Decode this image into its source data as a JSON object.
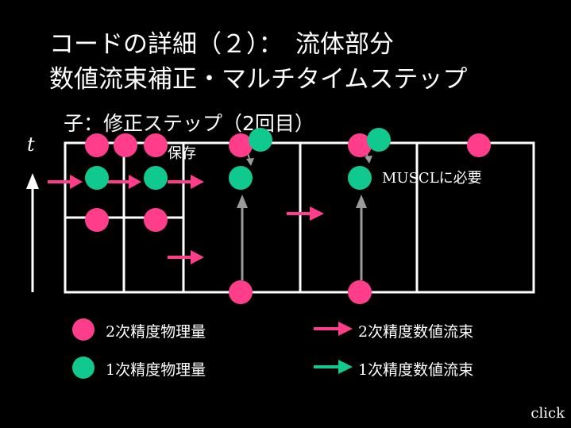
{
  "title_line1": "コードの詳細（２）：　流体部分",
  "title_line2": "数値流束補正・マルチタイムステップ",
  "subtitle": "子：修正ステップ（2回目）",
  "axis_label": "t",
  "annotation_save": "保存",
  "annotation_muscl": "MUSCLに必要",
  "legend": {
    "pink_dot": "2次精度物理量",
    "green_dot": "1次精度物理量",
    "pink_arrow": "2次精度数値流束",
    "green_arrow": "1次精度数値流束"
  },
  "footer": "click",
  "colors": {
    "background": "#000000",
    "text": "#ffffff",
    "second_order": "#ff3d8b",
    "first_order": "#10c98f",
    "grid": "#ffffff",
    "update_arrow": "#9a9a9a"
  }
}
